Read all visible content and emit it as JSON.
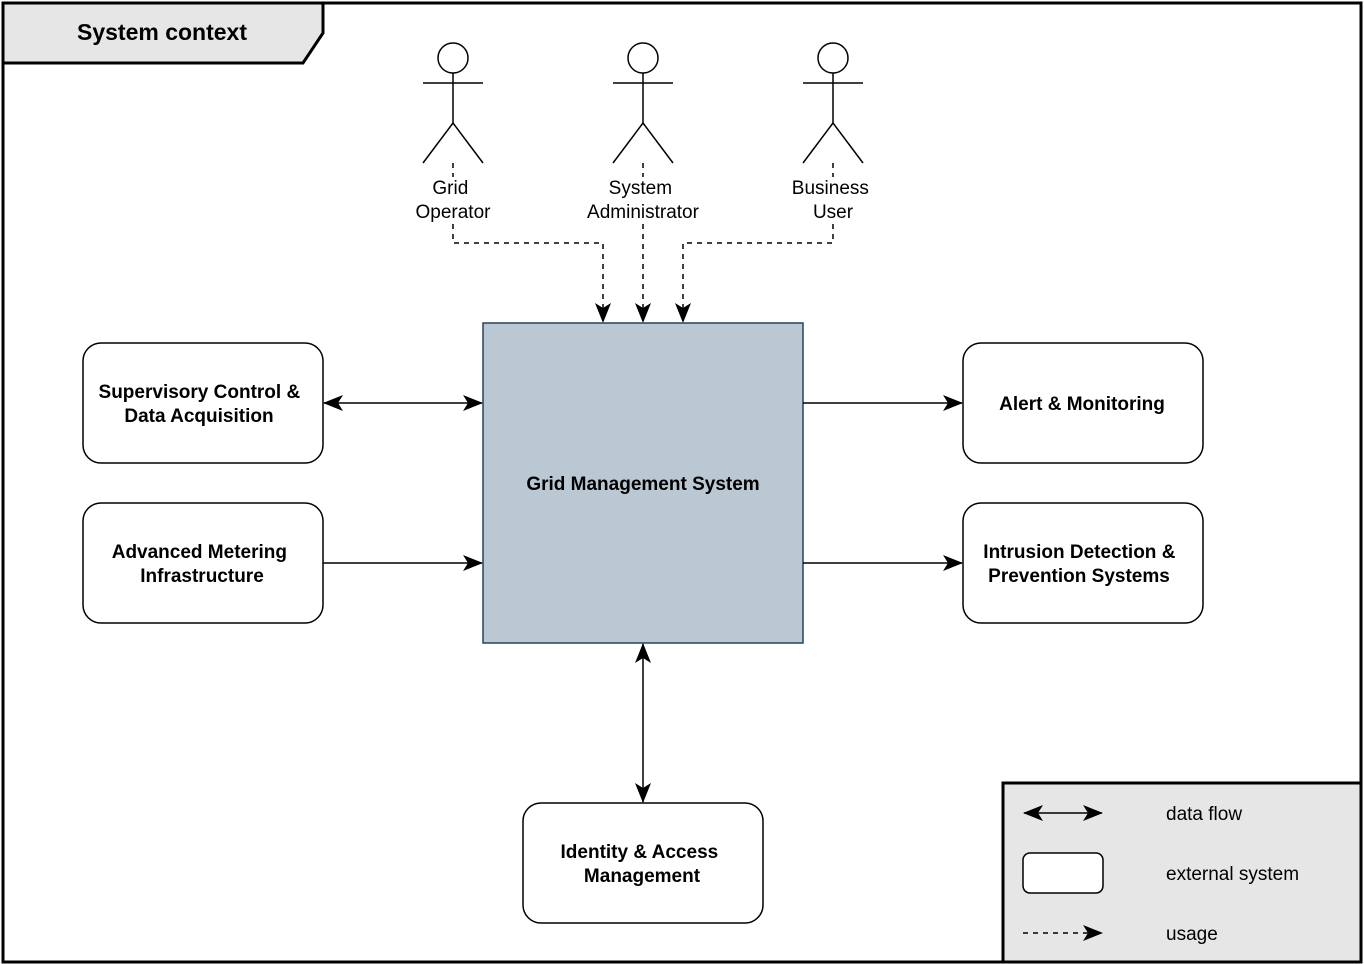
{
  "frame": {
    "title": "System context"
  },
  "actors": [
    {
      "id": "grid-operator",
      "label_lines": [
        "Grid",
        "Operator"
      ]
    },
    {
      "id": "system-administrator",
      "label_lines": [
        "System",
        "Administrator"
      ]
    },
    {
      "id": "business-user",
      "label_lines": [
        "Business",
        "User"
      ]
    }
  ],
  "central_system": {
    "label": "Grid Management System",
    "fill_color": "#bac8d3",
    "stroke_color": "#23445d"
  },
  "external_systems": [
    {
      "id": "scada",
      "label_lines": [
        "Supervisory Control &",
        "Data Acquisition"
      ],
      "connection": "bidirectional"
    },
    {
      "id": "ami",
      "label_lines": [
        "Advanced Metering",
        "Infrastructure"
      ],
      "connection": "to-central"
    },
    {
      "id": "alert-monitoring",
      "label_lines": [
        "Alert & Monitoring"
      ],
      "connection": "from-central"
    },
    {
      "id": "idps",
      "label_lines": [
        "Intrusion Detection &",
        "Prevention Systems"
      ],
      "connection": "from-central"
    },
    {
      "id": "iam",
      "label_lines": [
        "Identity & Access",
        "Management"
      ],
      "connection": "bidirectional"
    }
  ],
  "legend": {
    "background_color": "#e6e6e6",
    "items": [
      {
        "symbol": "double-arrow",
        "label": "data flow"
      },
      {
        "symbol": "rounded-box",
        "label": "external system"
      },
      {
        "symbol": "dashed-arrow",
        "label": "usage"
      }
    ]
  }
}
